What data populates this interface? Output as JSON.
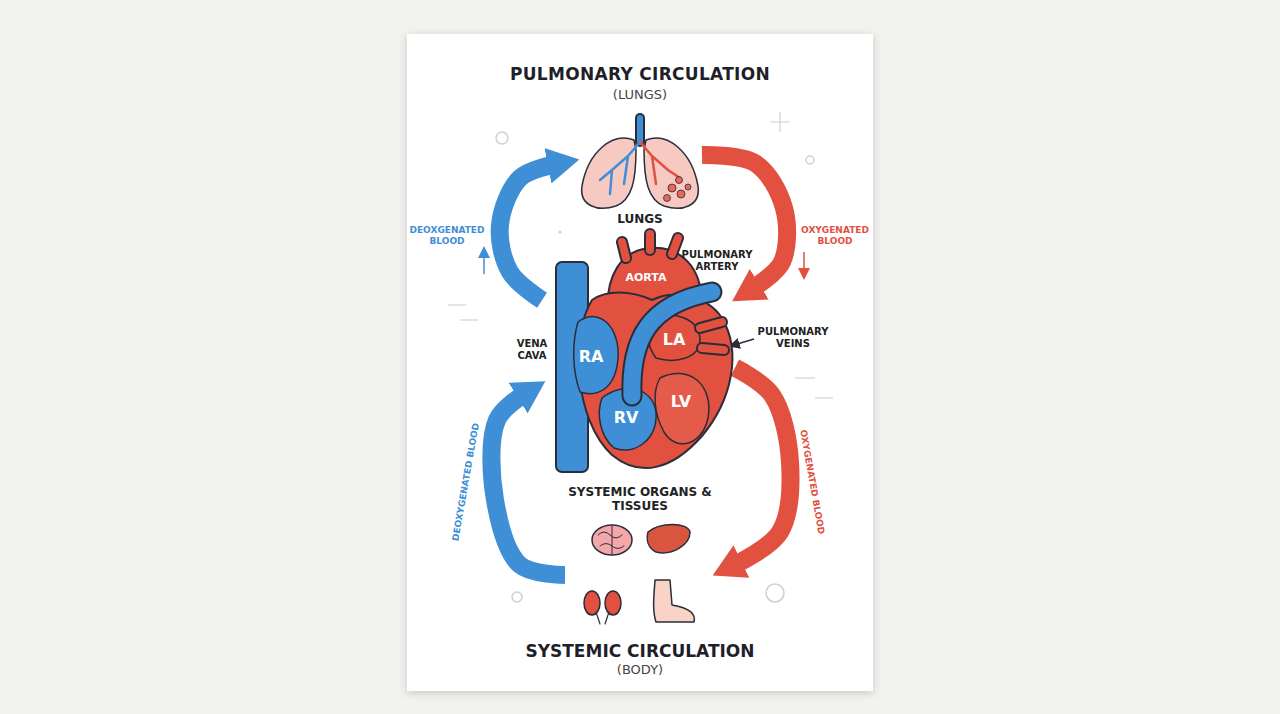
{
  "diagram": {
    "title": "PULMONARY CIRCULATION",
    "nodes": [
      {
        "text": [
          "LUNGS"
        ]
      },
      {
        "text": [
          "AORTA"
        ]
      },
      {
        "text": [
          "RA"
        ],
        "in": 1
      },
      {
        "text": [
          "LA"
        ],
        "in": 1
      },
      {
        "text": [
          "RV"
        ],
        "in": 1
      },
      {
        "text": [
          "LV"
        ],
        "in": 1
      },
      {
        "text": [
          "SYSTEMIC ORGANS & TISSUES"
        ]
      }
    ],
    "edges": [
      {
        "from": 1,
        "to": 0,
        "arrow": "to",
        "label": "DEOXGENATED BLOOD"
      },
      {
        "from": 0,
        "to": 1,
        "arrow": "to",
        "label": "OXYGENATED BLOOD"
      },
      {
        "from": 1,
        "to": 6,
        "arrow": "to",
        "label": "OXYGENATED BLOOD"
      },
      {
        "from": 6,
        "to": 1,
        "arrow": "to",
        "label": "DEOXYGENATED BLOOD"
      }
    ],
    "labels": [
      "(LUNGS)",
      "PULMONARY ARTERY",
      "PULMONARY VEINS",
      "VENA CAVA",
      "SYSTEMIC CIRCULATION",
      "(BODY)"
    ]
  }
}
